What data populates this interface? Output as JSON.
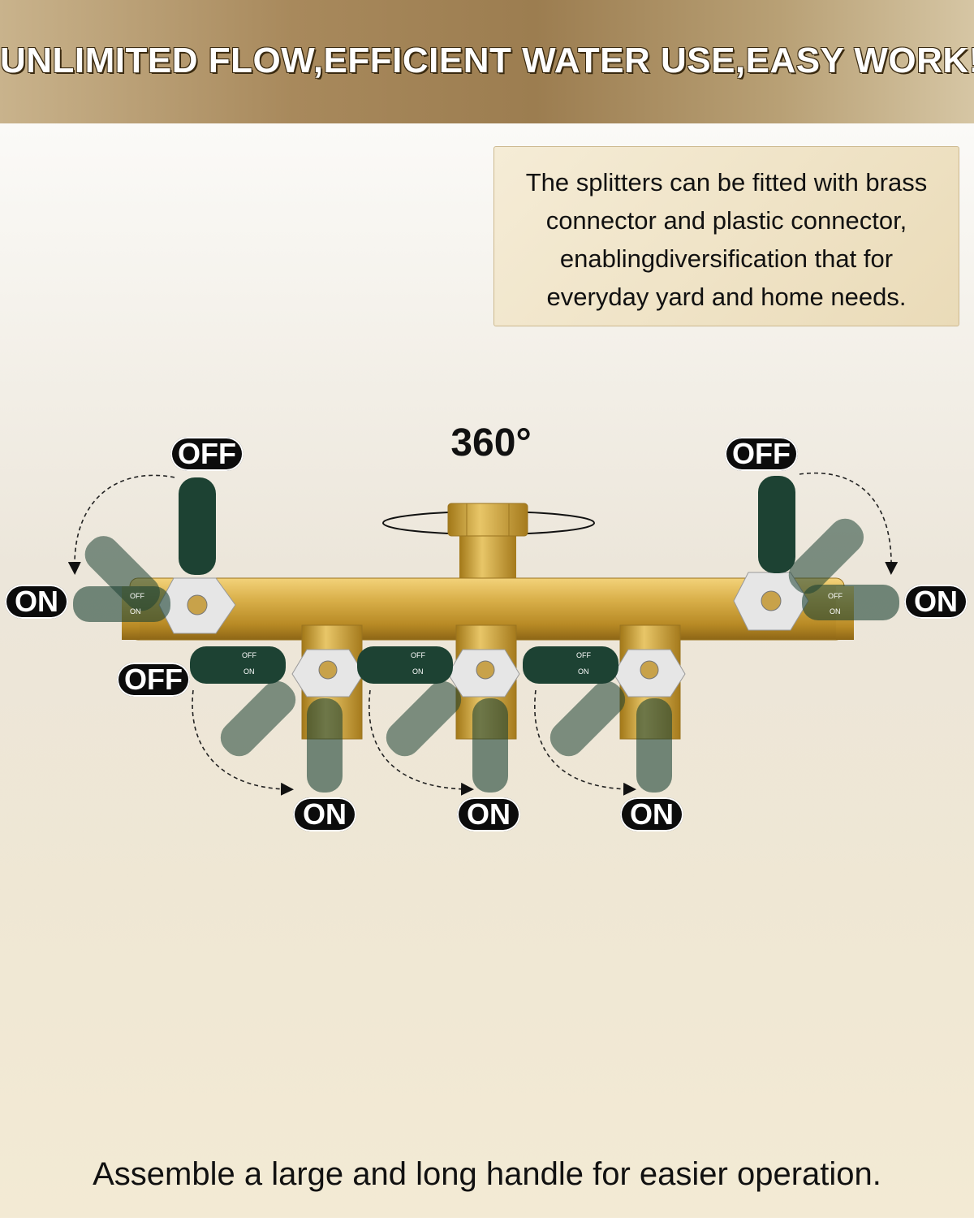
{
  "header": {
    "title": "UNLIMITED FLOW,EFFICIENT WATER USE,EASY WORK!"
  },
  "info_box": {
    "lines": [
      "The splitters can be fitted with brass",
      "connector and plastic connector,",
      "enablingdiversification that for",
      "everyday yard and home needs."
    ]
  },
  "diagram": {
    "rotation_label": "360°",
    "valve_left": {
      "off_label": "OFF",
      "on_label": "ON"
    },
    "valve_right": {
      "off_label": "OFF",
      "on_label": "ON"
    },
    "valve_bottom_1": {
      "off_label": "OFF",
      "on_label": "ON"
    },
    "valve_bottom_2": {
      "on_label": "ON"
    },
    "valve_bottom_3": {
      "on_label": "ON"
    },
    "handle_text": {
      "off": "OFF",
      "on": "ON"
    }
  },
  "footer": {
    "caption": "Assemble a large and long handle for easier operation."
  },
  "colors": {
    "brass": "#d4ac3e",
    "handle": "#1f4a38",
    "label_bg": "#0c0c0c"
  }
}
